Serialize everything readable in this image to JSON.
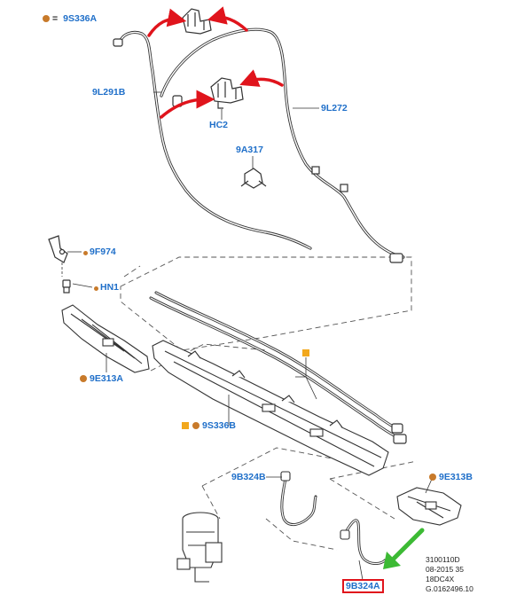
{
  "colors": {
    "callout": "#1f6fc9",
    "bullet": "#c87a2a",
    "square": "#f2a81d",
    "red_arrow": "#e0141c",
    "green_arrow": "#3cba34",
    "highlight_box": "#e0141c",
    "line": "#333333"
  },
  "legend": {
    "equals": "=",
    "part": "9S336A"
  },
  "labels": {
    "p9L291B": "9L291B",
    "pHC2": "HC2",
    "p9L272": "9L272",
    "p9A317": "9A317",
    "p9F974": "9F974",
    "pHN1": "HN1",
    "p9E313A": "9E313A",
    "p9S336B": "9S336B",
    "p9B324B": "9B324B",
    "p9E313B": "9E313B",
    "p9B324A": "9B324A"
  },
  "meta_lines": [
    "3100110D",
    "08-2015 35",
    "18DC4X",
    "G.0162496.10"
  ],
  "icons": [
    "red-arrow-icon",
    "green-arrow-icon",
    "bullet-dot-icon",
    "square-marker-icon"
  ]
}
